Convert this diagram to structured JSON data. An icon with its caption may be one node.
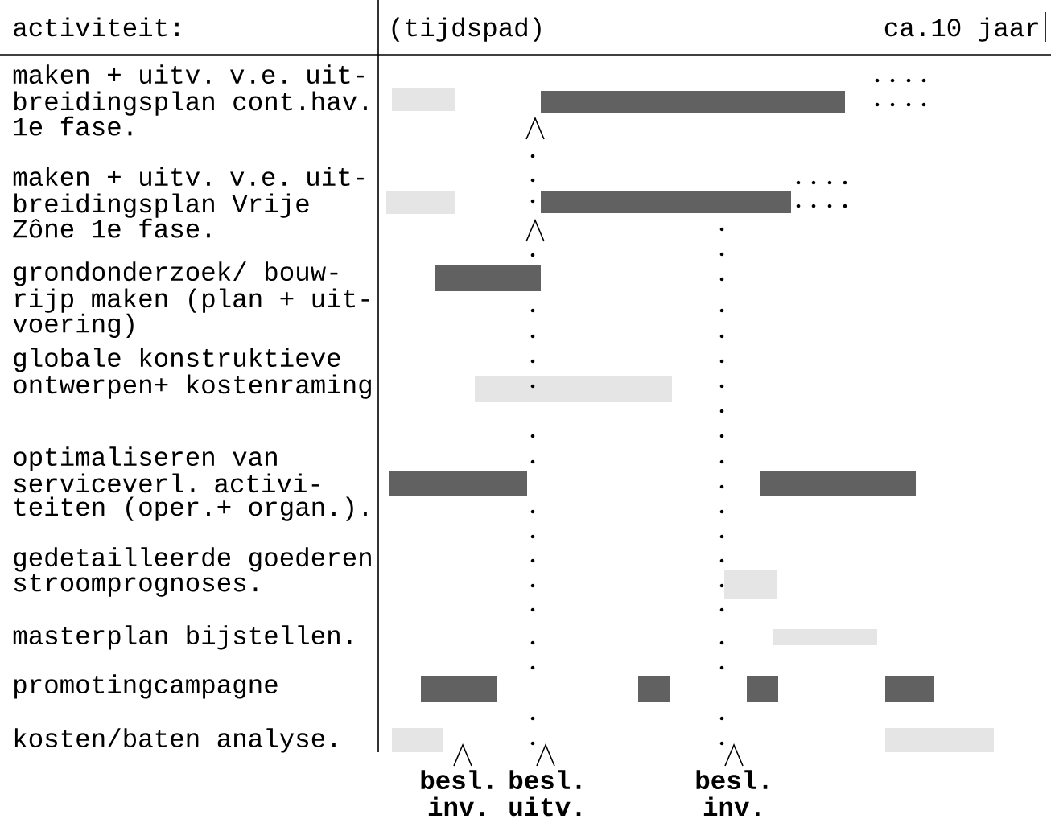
{
  "diagram": {
    "labels": [
      "activiteit:",
      "(tijdspad)",
      "ca.10 jaar",
      "maken + uitv. v.e. uit-breidingsplan cont.hav. 1e fase.",
      "maken + uitv. v.e. uit-breidingsplan Vrije Zône 1e fase.",
      "grondonderzoek/ bouw-rijp maken (plan + uit-voering)",
      "globale konstruktieve ontwerpen+ kostenraming",
      "optimaliseren van serviceverl. activi-teiten (oper.+ organ.).",
      "gedetailleerde goederen stroomprognoses.",
      "masterplan bijstellen.",
      "promotingcampagne",
      "kosten/baten analyse.",
      "besl. inv.",
      "besl. uitv.",
      "besl. inv."
    ]
  }
}
